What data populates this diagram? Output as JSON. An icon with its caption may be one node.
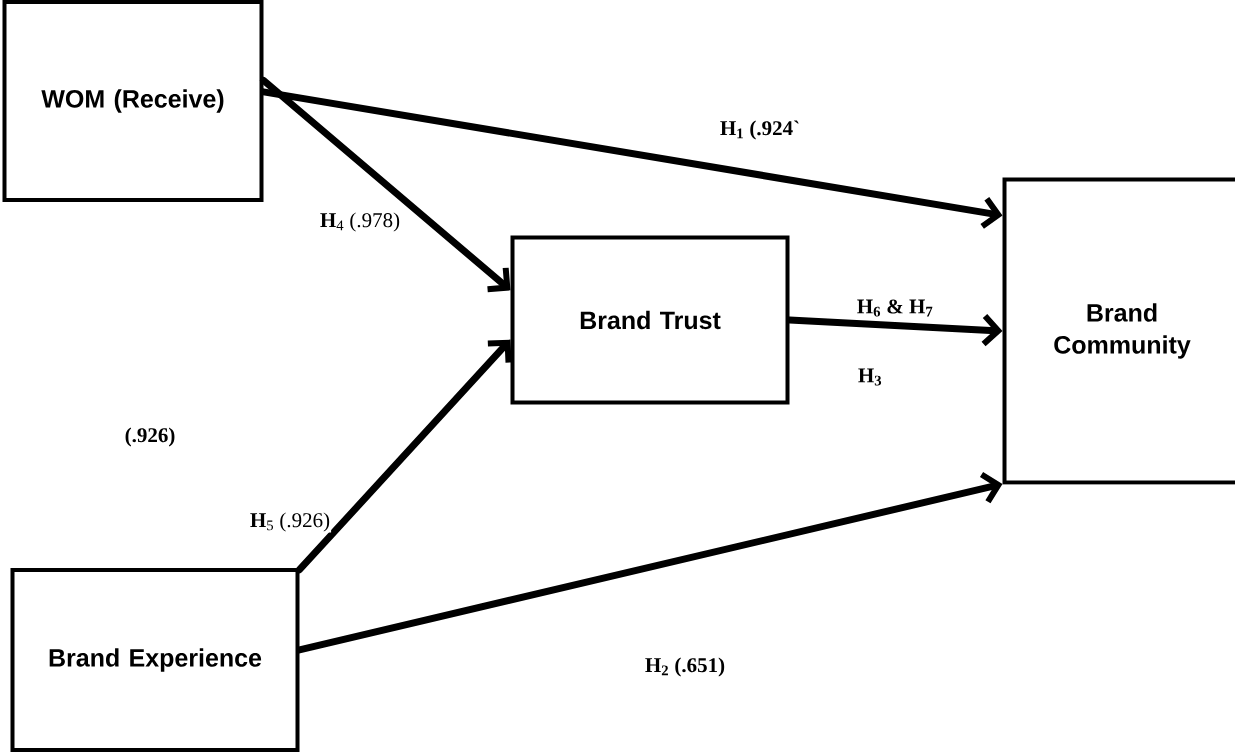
{
  "diagram": {
    "nodes": [
      {
        "text": [
          "WOM (Receive)"
        ]
      },
      {
        "text": [
          "Brand Trust"
        ]
      },
      {
        "text": [
          "Brand Community"
        ]
      },
      {
        "text": [
          "Brand Experience"
        ]
      }
    ],
    "edges": [
      {
        "from": 0,
        "to": 2,
        "arrow": "to",
        "label": "H$_{1}$ (.924`"
      },
      {
        "from": 0,
        "to": 1,
        "arrow": "to",
        "label": "**H**$_{4}$ (.978)"
      },
      {
        "from": 3,
        "to": 1,
        "arrow": "to",
        "label": "**H**$_{5}$ (.926)"
      },
      {
        "from": 1,
        "to": 2,
        "arrow": "to",
        "label": "H$_{6}$ & H$_{7}$"
      },
      {
        "from": 3,
        "to": 2,
        "arrow": "to",
        "label": "H$_{2}$ (.651)"
      }
    ],
    "labels": [
      "(.926)",
      "H$_{3}$"
    ]
  }
}
